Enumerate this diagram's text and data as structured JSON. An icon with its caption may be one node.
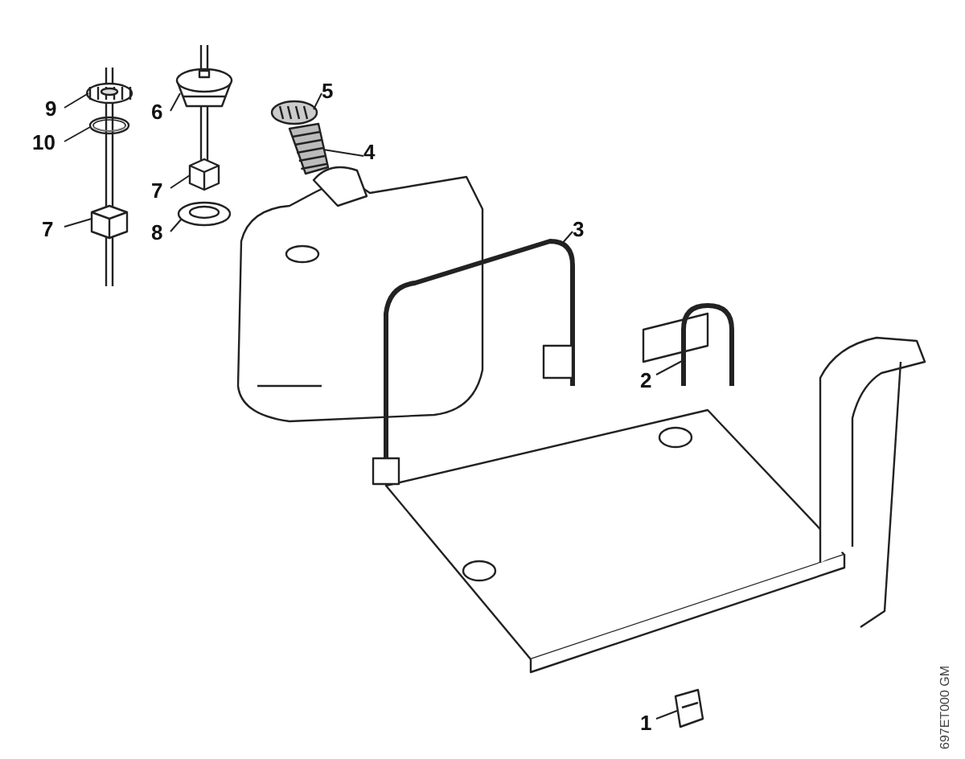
{
  "diagram": {
    "nodes": [
      {
        "text": [
          "9"
        ]
      },
      {
        "text": [
          "10"
        ]
      },
      {
        "text": [
          "7"
        ]
      },
      {
        "text": [
          "6"
        ]
      },
      {
        "text": [
          "7"
        ]
      },
      {
        "text": [
          "8"
        ]
      },
      {
        "text": [
          "5"
        ]
      },
      {
        "text": [
          "4"
        ]
      },
      {
        "text": [
          "3"
        ]
      },
      {
        "text": [
          "2"
        ]
      },
      {
        "text": [
          "1"
        ]
      },
      {
        "text": [],
        "shape": "picture"
      },
      {
        "text": [],
        "shape": "picture"
      },
      {
        "text": [],
        "shape": "picture"
      },
      {
        "text": [],
        "shape": "picture"
      },
      {
        "text": [],
        "shape": "picture"
      },
      {
        "text": [],
        "shape": "picture"
      },
      {
        "text": [],
        "shape": "picture"
      },
      {
        "text": [],
        "shape": "picture"
      },
      {
        "text": [],
        "shape": "picture"
      },
      {
        "text": [],
        "shape": "picture"
      },
      {
        "text": [],
        "shape": "picture"
      }
    ],
    "edges": [
      {
        "from": 0,
        "to": 11,
        "arrow": "none"
      },
      {
        "from": 1,
        "to": 12,
        "arrow": "none"
      },
      {
        "from": 2,
        "to": 13,
        "arrow": "none"
      },
      {
        "from": 3,
        "to": 14,
        "arrow": "none"
      },
      {
        "from": 4,
        "to": 15,
        "arrow": "none"
      },
      {
        "from": 5,
        "to": 16,
        "arrow": "none"
      },
      {
        "from": 6,
        "to": 17,
        "arrow": "none"
      },
      {
        "from": 7,
        "to": 18,
        "arrow": "none"
      },
      {
        "from": 8,
        "to": 19,
        "arrow": "none"
      },
      {
        "from": 9,
        "to": 20,
        "arrow": "none"
      },
      {
        "from": 10,
        "to": 21,
        "arrow": "none"
      }
    ],
    "labels": [
      "697ET000 GM"
    ]
  }
}
